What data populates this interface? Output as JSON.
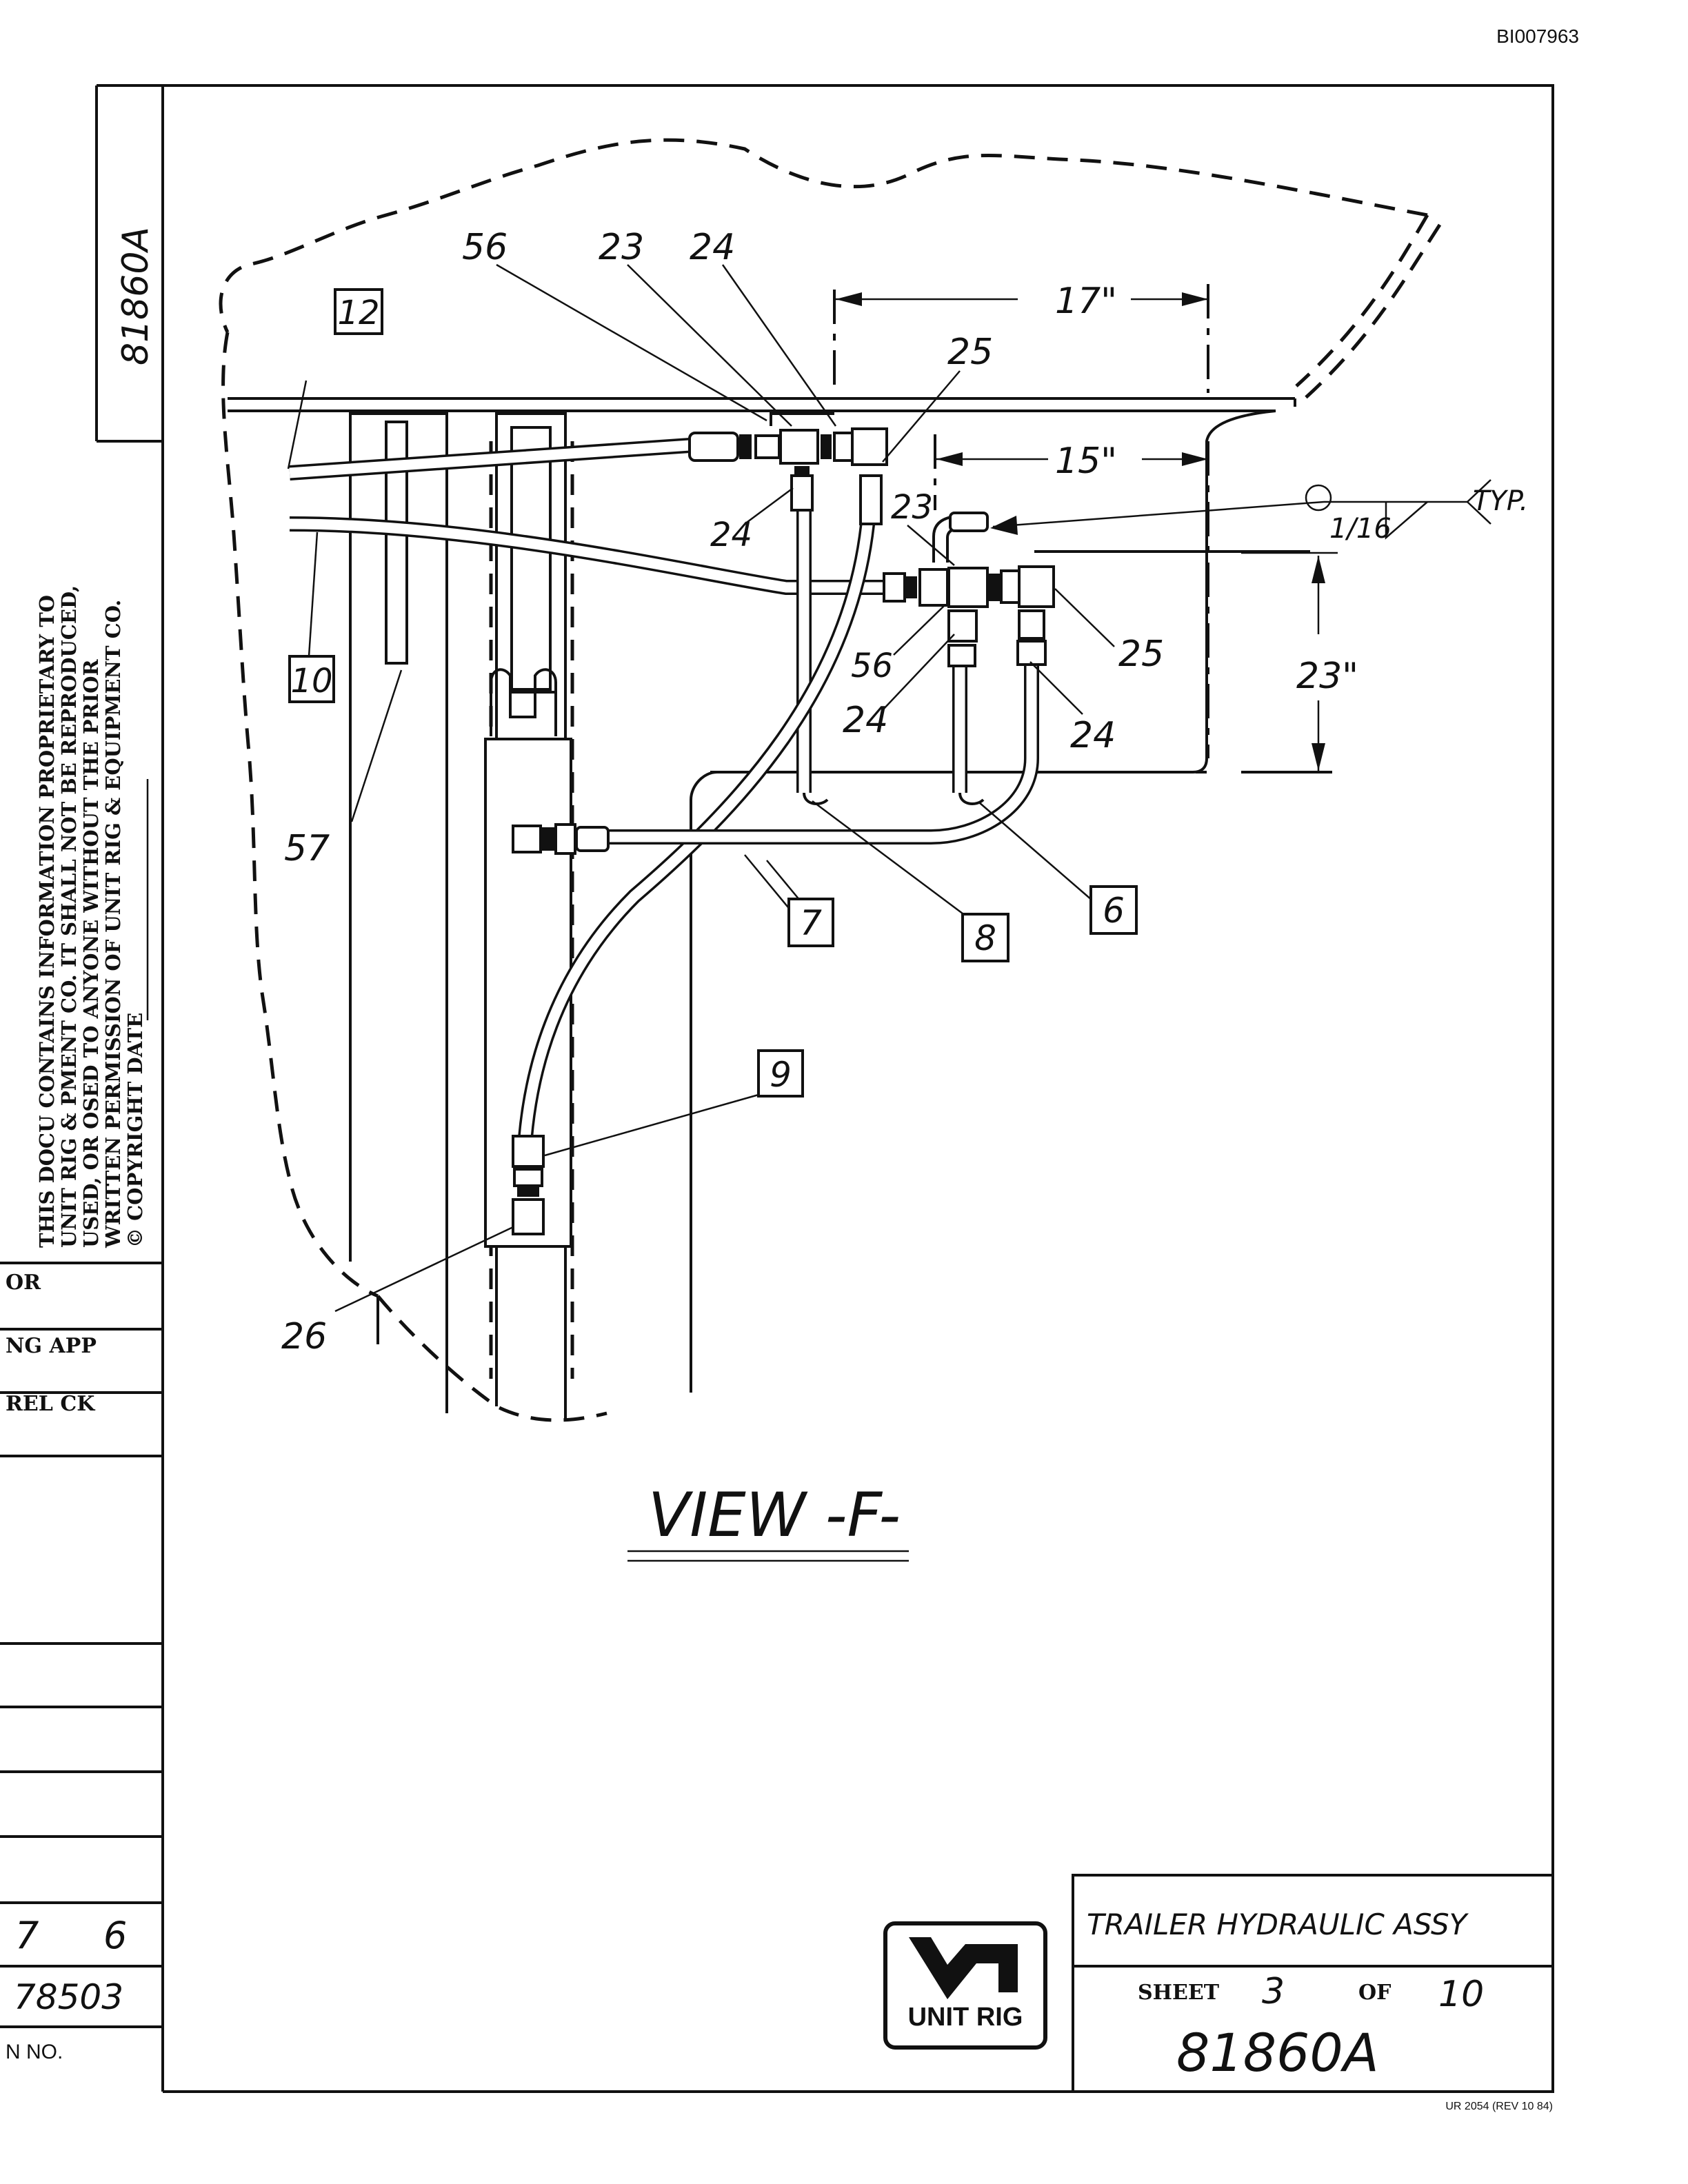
{
  "doc_code": "BI007963",
  "drawing_number_vertical": "81860A",
  "proprietary_notice": [
    "THIS DOCU          CONTAINS INFORMATION PROPRIETARY TO",
    "UNIT RIG &          PMENT CO. IT SHALL NOT BE REPRODUCED,",
    "USED, OR          OSED TO ANYONE WITHOUT THE PRIOR",
    "WRITTEN PERMISSION OF UNIT RIG & EQUIPMENT CO.",
    "© COPYRIGHT DATE"
  ],
  "left_block": {
    "row1": "OR",
    "row2": "NG APP",
    "row3": "REL CK",
    "rev_a": "7",
    "rev_b": "6",
    "number": "78503",
    "number_label": "N NO."
  },
  "callouts": {
    "c56a": "56",
    "c23a": "23",
    "c24a": "24",
    "c25a": "25",
    "c24b": "24",
    "c23b": "23",
    "c56b": "56",
    "c24c": "24",
    "c24d": "24",
    "c25b": "25",
    "c57": "57",
    "c26": "26"
  },
  "item_boxes": {
    "b12": "12",
    "b10": "10",
    "b7": "7",
    "b8": "8",
    "b6": "6",
    "b9": "9"
  },
  "dimensions": {
    "d17": "17\"",
    "d15": "15\"",
    "d23": "23\""
  },
  "weld_note": {
    "size": "1/16",
    "typ": "TYP."
  },
  "view_title": "VIEW -F-",
  "title_block": {
    "logo_text": "UNIT RIG",
    "title": "TRAILER HYDRAULIC ASSY",
    "sheet_label": "SHEET",
    "sheet_no": "3",
    "of_label": "OF",
    "sheet_total": "10",
    "drawing_number": "81860A"
  },
  "form_code": "UR 2054 (REV 10 84)"
}
